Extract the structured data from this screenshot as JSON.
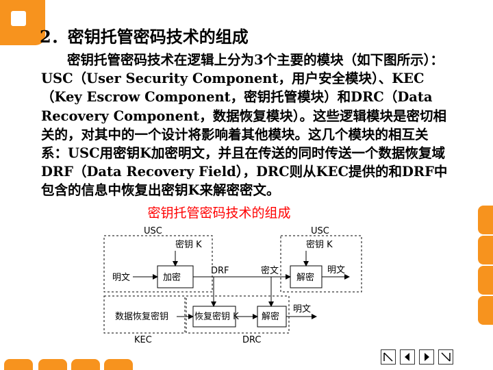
{
  "slide": {
    "title": "2．密钥托管密码技术的组成",
    "paragraph": "密钥托管密码技术在逻辑上分为3个主要的模块（如下图所示）：USC（User Security Component，用户安全模块）、KEC（Key Escrow Component，密钥托管模块）和DRC（Data Recovery Component，数据恢复模块）。这些逻辑模块是密切相关的，对其中的一个设计将影响着其他模块。这几个模块的相互关系：USC用密钥K加密明文，并且在传送的同时传送一个数据恢复域DRF（Data Recovery Field），DRC则从KEC提供的和DRF中包含的信息中恢复出密钥K来解密密文。",
    "diagram_title": "密钥托管密码技术的组成"
  },
  "diagram": {
    "usc_left": "USC",
    "usc_right": "USC",
    "key_k_left": "密钥 K",
    "key_k_right": "密钥 K",
    "plaintext_in": "明文",
    "encrypt_box": "加密",
    "drf_label": "DRF",
    "ciphertext_label": "密文",
    "decrypt_box_top": "解密",
    "plaintext_out_top": "明文",
    "data_recovery_key": "数据恢复密钥",
    "recover_key_box": "恢复密钥 K",
    "decrypt_box_bottom": "解密",
    "plaintext_out_bottom": "明文",
    "kec_label": "KEC",
    "drc_label": "DRC"
  },
  "colors": {
    "accent": "#f7931e",
    "diagram_title": "#ff0000"
  },
  "nav_icons": [
    "first-slide-icon",
    "previous-slide-icon",
    "next-slide-icon",
    "last-slide-icon"
  ]
}
